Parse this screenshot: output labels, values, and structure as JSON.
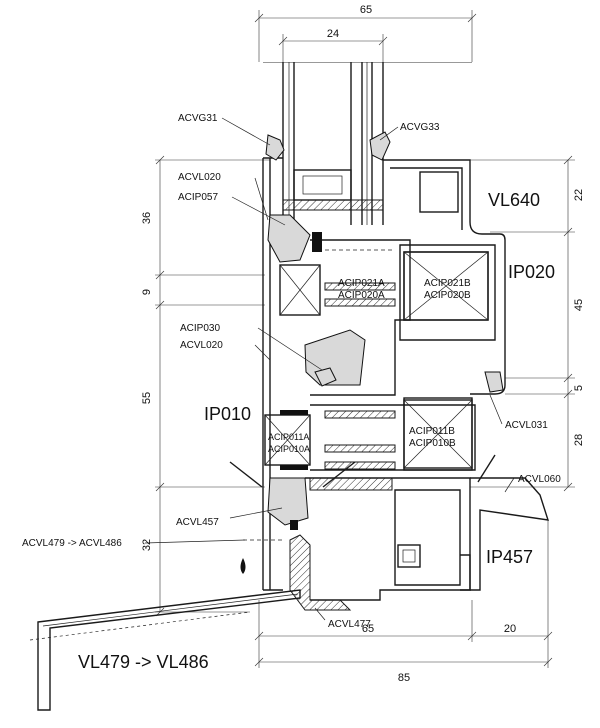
{
  "dimensions": {
    "top_width": "65",
    "glass_width": "24",
    "bottom_inner": "65",
    "bottom_outer": "20",
    "bottom_total": "85",
    "left_36": "36",
    "left_9": "9",
    "left_55": "55",
    "left_32": "32",
    "right_22": "22",
    "right_45": "45",
    "right_5": "5",
    "right_28": "28"
  },
  "labels": {
    "acvg31": "ACVG31",
    "acvg33": "ACVG33",
    "acvl020_top": "ACVL020",
    "acip057": "ACIP057",
    "vl640": "VL640",
    "acip021a": "ACIP021A",
    "acip020a": "ACIP020A",
    "acip021b": "ACIP021B",
    "acip020b": "ACIP020B",
    "ip020": "IP020",
    "acip030": "ACIP030",
    "acvl020_mid": "ACVL020",
    "acvl031": "ACVL031",
    "ip010": "IP010",
    "acip011a": "ACIP011A",
    "acip010a": "ACIP010A",
    "acip011b": "ACIP011B",
    "acip010b": "ACIP010B",
    "acvl060": "ACVL060",
    "acvl457": "ACVL457",
    "acvl479": "ACVL479 -> ACVL486",
    "ip457": "IP457",
    "acvl477": "ACVL477",
    "vl479": "VL479 -> VL486"
  },
  "colors": {
    "line": "#1a1a1a",
    "gasket_fill": "#d9d9d9",
    "background": "#ffffff"
  }
}
